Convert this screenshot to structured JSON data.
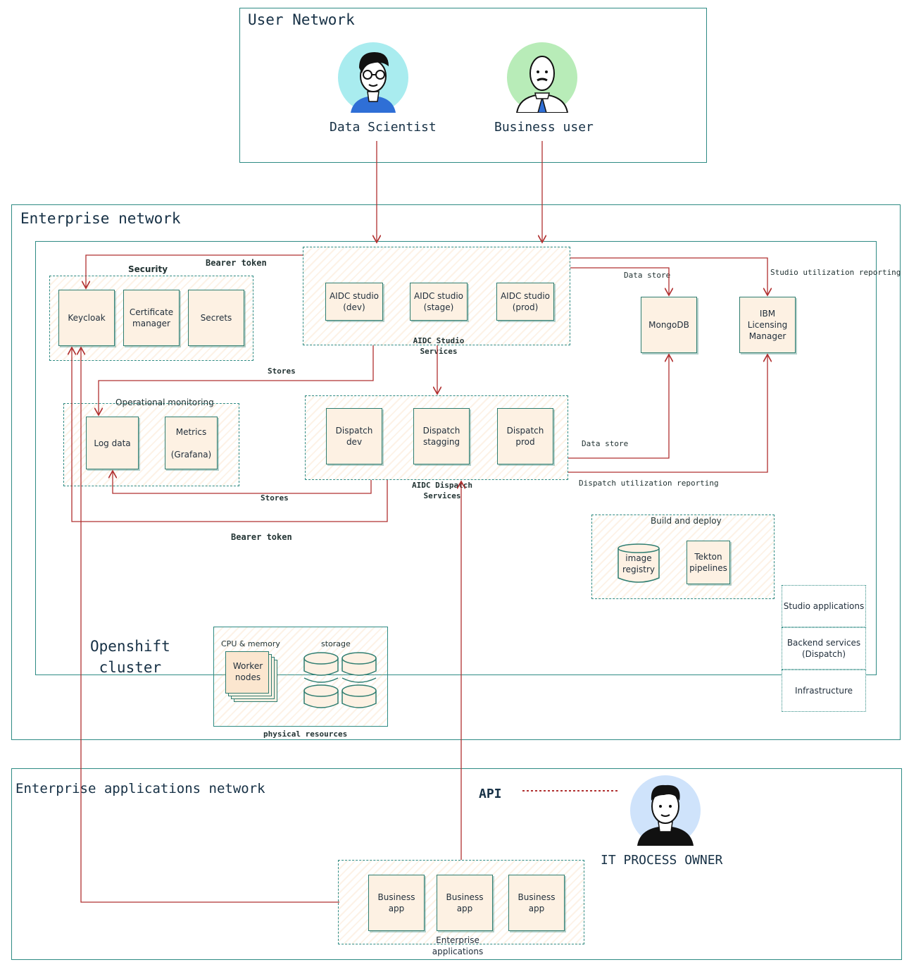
{
  "user_network": {
    "title": "User Network",
    "personas": [
      {
        "label": "Data Scientist",
        "icon": "data-scientist-avatar-icon",
        "bg": "#a9ecef"
      },
      {
        "label": "Business user",
        "icon": "business-user-avatar-icon",
        "bg": "#b8ecb8"
      }
    ]
  },
  "enterprise_network": {
    "title": "Enterprise network",
    "cluster_label": "Openshift\ncluster",
    "security": {
      "title": "Security",
      "items": [
        "Keycloak",
        "Certificate\nmanager",
        "Secrets"
      ]
    },
    "studio": {
      "title": "AIDC Studio\nServices",
      "items": [
        "AIDC studio\n(dev)",
        "AIDC studio\n(stage)",
        "AIDC studio\n(prod)"
      ]
    },
    "monitoring": {
      "title": "Operational monitoring",
      "items": [
        "Log data",
        "Metrics\n\n(Grafana)"
      ]
    },
    "dispatch": {
      "title": "AIDC Dispatch\nServices",
      "items": [
        "Dispatch dev",
        "Dispatch\nstagging",
        "Dispatch\nprod"
      ]
    },
    "mongodb": "MongoDB",
    "licensing": "IBM\nLicensing\nManager",
    "build_deploy": {
      "title": "Build and deploy",
      "items": [
        "image\nregistry",
        "Tekton\npipelines"
      ]
    },
    "physical": {
      "title": "physical resources",
      "cpu_label": "CPU & memory",
      "worker_label": "Worker\nnodes",
      "storage_label": "storage"
    },
    "edge_labels": {
      "bearer_token_top": "Bearer token",
      "stores_top": "Stores",
      "data_store_top": "Data store",
      "studio_reporting": "Studio utilization reporting",
      "data_store_mid": "Data store",
      "dispatch_reporting": "Dispatch utilization reporting",
      "stores_bottom": "Stores",
      "bearer_token_bottom": "Bearer token"
    }
  },
  "legend": [
    "Studio applications",
    "Backend services\n(Dispatch)",
    "Infrastructure"
  ],
  "enterprise_apps_network": {
    "title": "Enterprise applications network",
    "api_label": "API",
    "owner_label": "IT PROCESS OWNER",
    "owner_icon": "it-process-owner-avatar-icon",
    "owner_bg": "#cfe3fb",
    "group_title": "Enterprise\napplications",
    "apps": [
      "Business app",
      "Business app",
      "Business app"
    ]
  },
  "colors": {
    "zone_border": "#2e8b84",
    "arrow": "#b03030",
    "box_fill": "#fdf1e3"
  }
}
